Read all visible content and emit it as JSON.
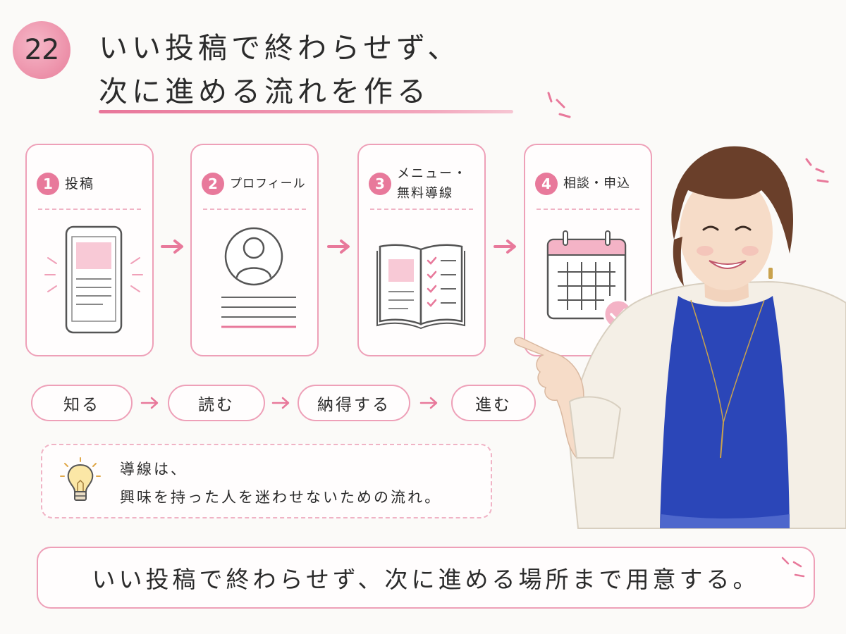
{
  "header": {
    "number": "22",
    "title_line1": "いい投稿で終わらせず、",
    "title_line2": "次に進める流れを作る"
  },
  "steps": [
    {
      "num": "1",
      "label": "投稿",
      "icon": "smartphone-icon"
    },
    {
      "num": "2",
      "label": "プロフィール",
      "icon": "profile-icon"
    },
    {
      "num": "3",
      "label": "メニュー・\n無料導線",
      "icon": "open-book-icon"
    },
    {
      "num": "4",
      "label": "相談・申込",
      "icon": "calendar-check-icon"
    }
  ],
  "flow": [
    "知る",
    "読む",
    "納得する",
    "進む"
  ],
  "note": {
    "icon": "lightbulb-icon",
    "line1": "導線は、",
    "line2": "興味を持った人を迷わせないための流れ。"
  },
  "banner": "いい投稿で終わらせず、次に進める場所まで用意する。",
  "colors": {
    "accent": "#e8799b",
    "border": "#eea0b8",
    "light_pink": "#f8c9d6",
    "shirt_blue": "#2b46b8"
  }
}
